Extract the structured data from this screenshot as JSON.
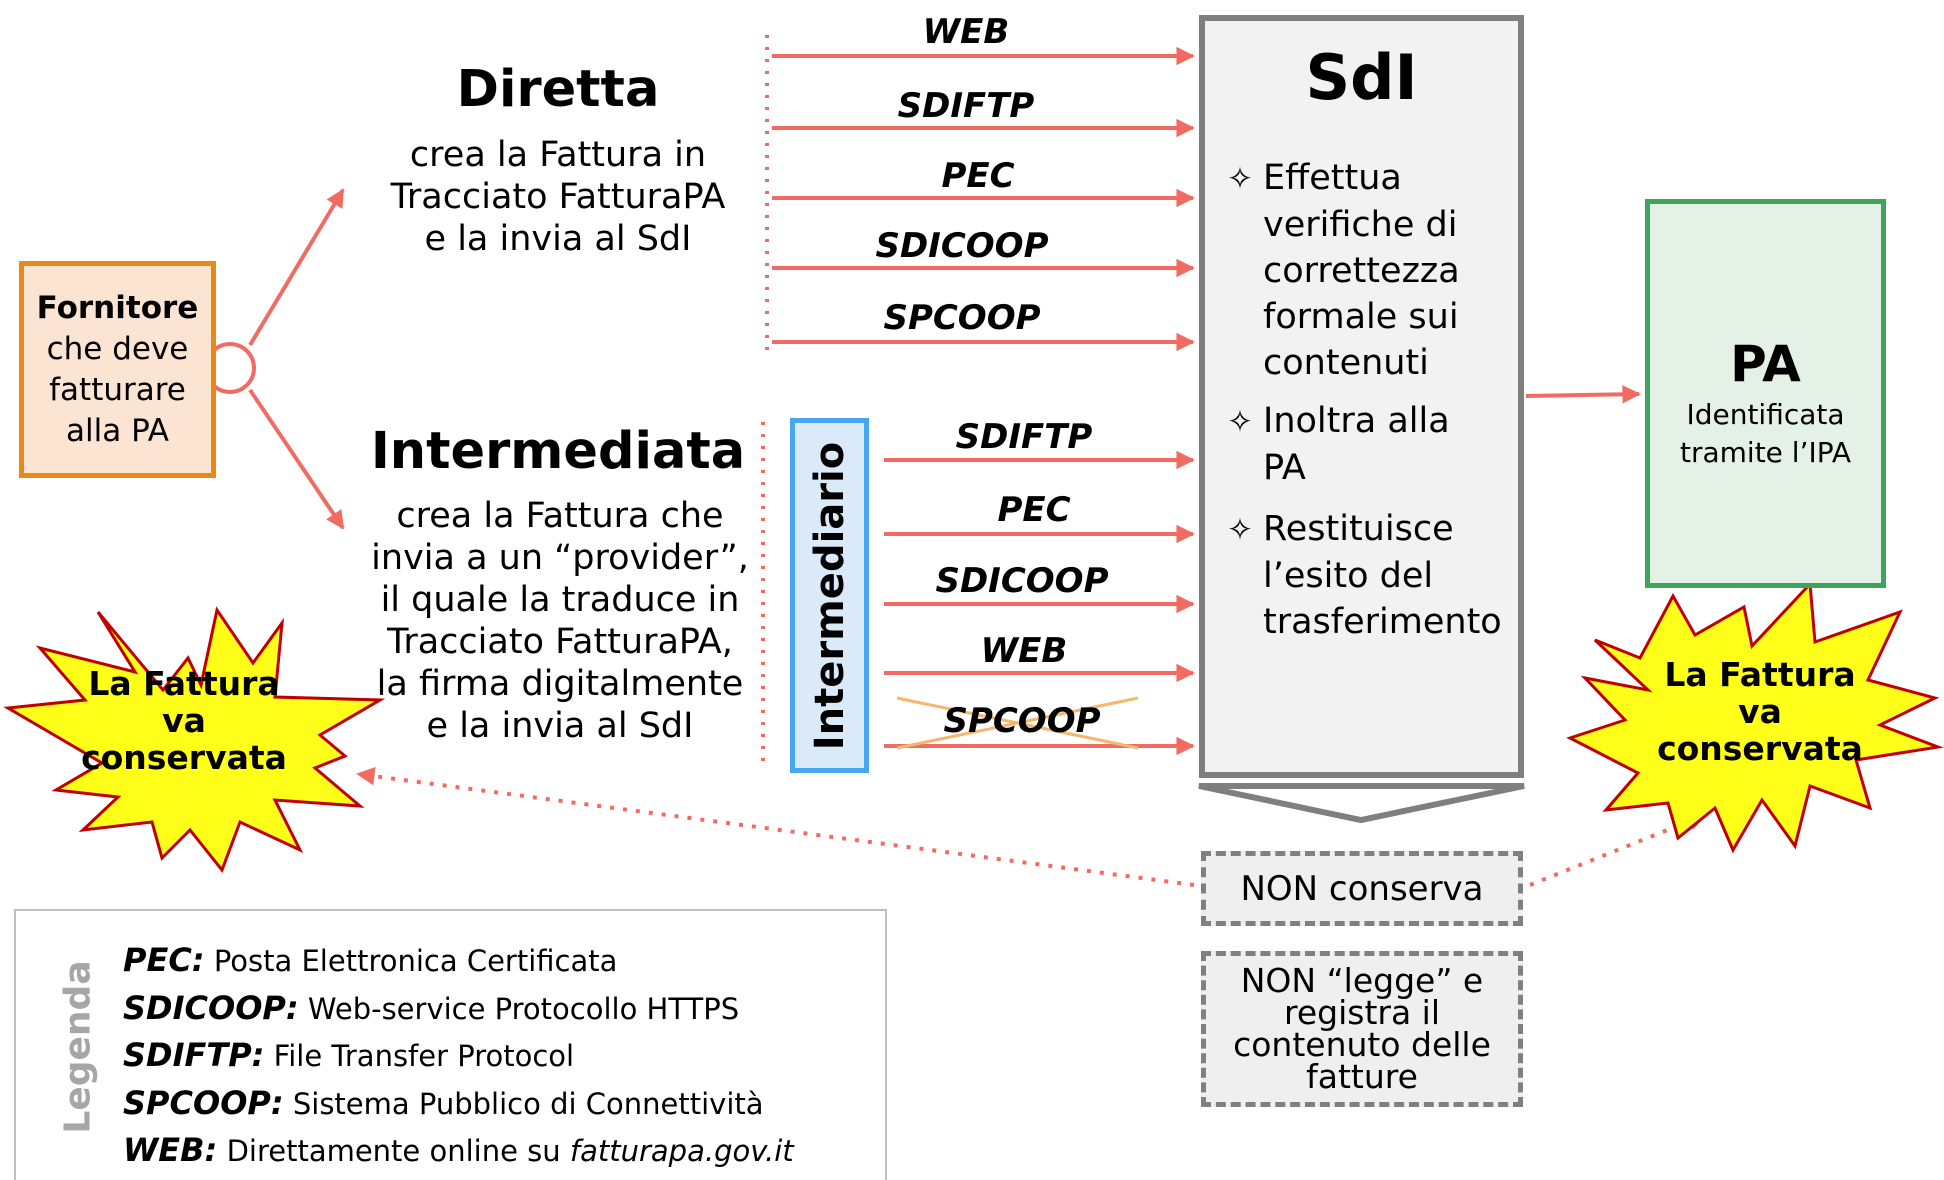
{
  "fornitore": {
    "title": "Fornitore",
    "lines": [
      "che deve",
      "fatturare",
      "alla PA"
    ]
  },
  "diretta": {
    "title": "Diretta",
    "description": [
      "crea la Fattura in",
      "Tracciato FatturaPA",
      "e la invia al SdI"
    ],
    "channels": [
      "WEB",
      "SDIFTP",
      "PEC",
      "SDICOOP",
      "SPCOOP"
    ]
  },
  "intermediata": {
    "title": "Intermediata",
    "description": [
      "crea la Fattura che",
      "invia a un “provider”,",
      "il quale la traduce in",
      "Tracciato FatturaPA,",
      "la firma digitalmente",
      "e la invia al SdI"
    ],
    "channels": [
      "SDIFTP",
      "PEC",
      "SDICOOP",
      "WEB",
      "SPCOOP"
    ],
    "struck_channel": "SPCOOP"
  },
  "intermediario": {
    "label": "Intermediario"
  },
  "sdi": {
    "title": "SdI",
    "items": [
      {
        "bullet": "✧",
        "lines": [
          "Effettua",
          "verifiche di",
          "correttezza",
          "formale sui",
          "contenuti"
        ]
      },
      {
        "bullet": "✧",
        "lines": [
          "Inoltra alla",
          "PA"
        ]
      },
      {
        "bullet": "✧",
        "lines": [
          "Restituisce",
          "l’esito del",
          "trasferimento"
        ]
      }
    ]
  },
  "pa": {
    "title": "PA",
    "lines": [
      "Identificata",
      "tramite l’IPA"
    ]
  },
  "burst": {
    "lines": [
      "La Fattura",
      "va",
      "conservata"
    ]
  },
  "non_conserva": "NON conserva",
  "non_legge": [
    "NON “legge” e",
    "registra il",
    "contenuto delle",
    "fatture"
  ],
  "legend": {
    "title": "Legenda",
    "items": [
      {
        "key": "PEC:",
        "text": "Posta Elettronica Certificata",
        "suffix": ""
      },
      {
        "key": "SDICOOP:",
        "text": "Web-service Protocollo HTTPS",
        "suffix": ""
      },
      {
        "key": "SDIFTP:",
        "text": "File Transfer Protocol",
        "suffix": ""
      },
      {
        "key": "SPCOOP:",
        "text": "Sistema Pubblico di Connettività",
        "suffix": ""
      },
      {
        "key": "WEB:",
        "text": "Direttamente online su ",
        "suffix": "fatturapa.gov.it"
      }
    ]
  },
  "colors": {
    "arrow": "#f26b63",
    "sdi_border": "#7f7f7f",
    "pa_border": "#3ea55d",
    "fornitore_border": "#e88a1a",
    "intermediario_border": "#45a7f0",
    "burst_fill": "#ffff1a",
    "burst_stroke": "#c00000",
    "strike": "#f5b66e"
  }
}
